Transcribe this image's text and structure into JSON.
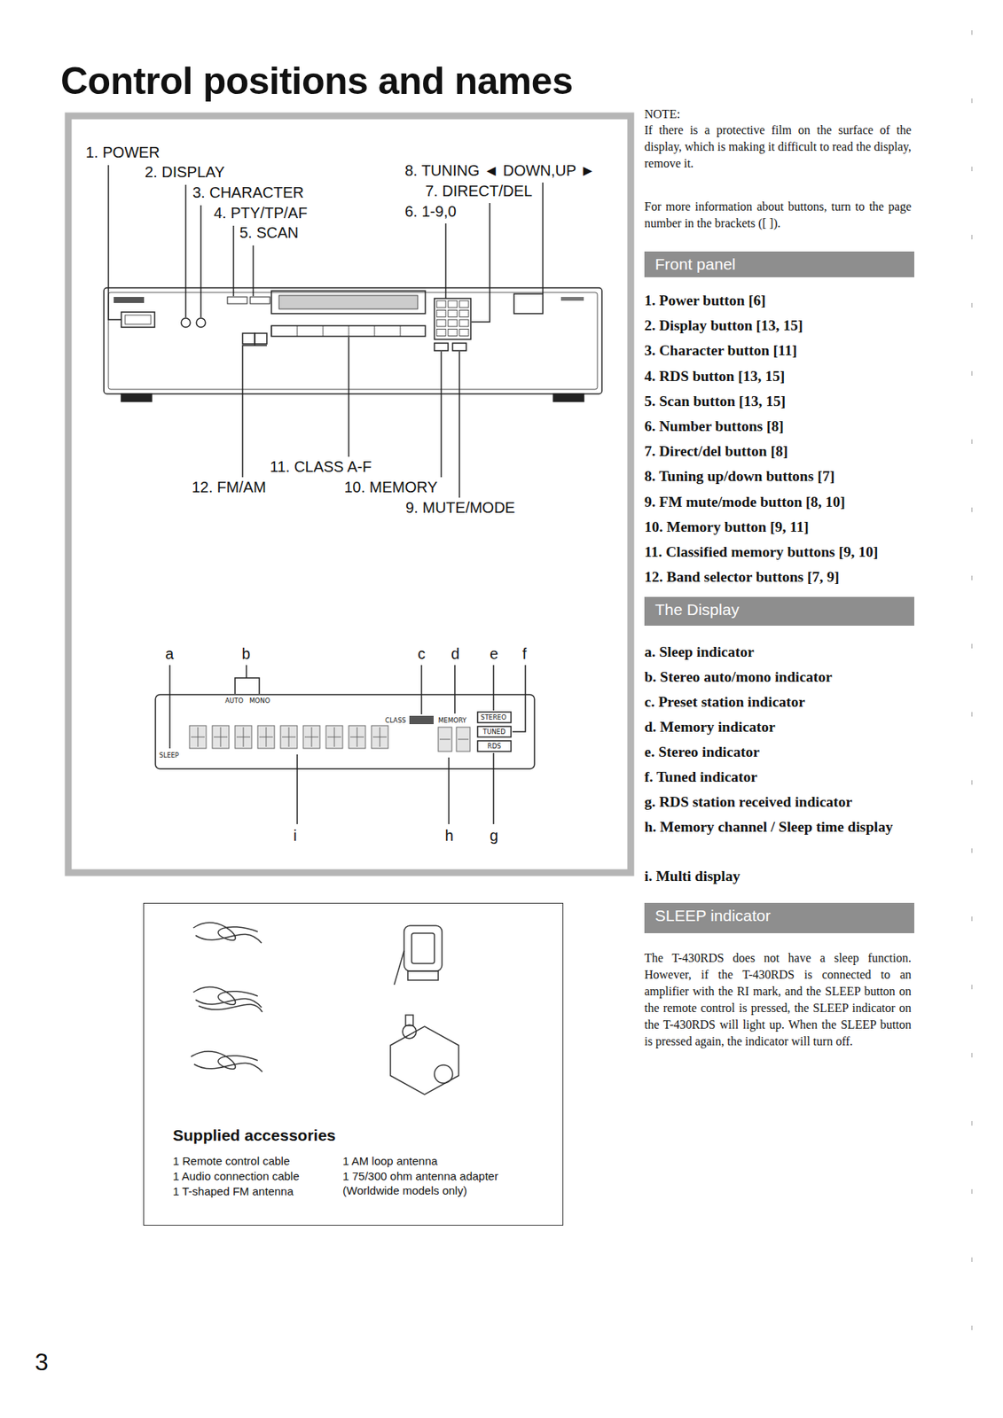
{
  "diagram": {
    "title": "Control positions and names",
    "nodes": [
      {
        "text": [
          "Front panel"
        ]
      },
      {
        "text": [
          "The Display"
        ]
      },
      {
        "text": [
          "SLEEP indicator"
        ]
      },
      {
        "text": [
          "Supplied accessories",
          "1 Remote control cable",
          "1 Audio connection cable",
          "1 T-shaped FM antenna",
          "1 AM loop antenna",
          "1 75/300 ohm antenna adapter (Worldwide models only)"
        ]
      }
    ],
    "labels": [
      "1. POWER",
      "2. DISPLAY",
      "3. CHARACTER",
      "4. PTY/TP/AF",
      "5. SCAN",
      "8. TUNING ◄ DOWN,UP ►",
      "7. DIRECT/DEL",
      "6. 1-9,0",
      "11. CLASS A-F",
      "12. FM/AM",
      "10. MEMORY",
      "9. MUTE/MODE",
      "a",
      "b",
      "c",
      "d",
      "e",
      "f",
      "AUTO",
      "MONO",
      "SLEEP",
      "CLASS",
      "MEMORY",
      "STEREO",
      "TUNED",
      "RDS",
      "i",
      "h",
      "g",
      "NOTE:",
      "If there is a protective film on the surface of the display, which is making it difficult to read the display, remove it.",
      "For more information about buttons, turn to the page number in the brackets ([ ]).",
      "1. Power button [6]",
      "2. Display button [13, 15]",
      "3. Character button [11]",
      "4. RDS button [13, 15]",
      "5. Scan button [13, 15]",
      "6. Number buttons [8]",
      "7. Direct/del button [8]",
      "8. Tuning up/down buttons [7]",
      "9. FM mute/mode button [8, 10]",
      "10. Memory button [9, 11]",
      "11. Classified memory buttons [9, 10]",
      "12. Band selector buttons [7, 9]",
      "a. Sleep indicator",
      "b. Stereo auto/mono indicator",
      "c. Preset station indicator",
      "d. Memory indicator",
      "e. Stereo indicator",
      "f. Tuned indicator",
      "g. RDS station received indicator",
      "h. Memory channel / Sleep time display",
      "i. Multi display",
      "The T-430RDS does not have a sleep function. However, if the T-430RDS is connected to an amplifier with the RI mark, and the SLEEP button on the remote control is pressed, the SLEEP indicator on the T-430RDS will light up. When the SLEEP button is pressed again, the indicator will turn off.",
      "3"
    ]
  }
}
